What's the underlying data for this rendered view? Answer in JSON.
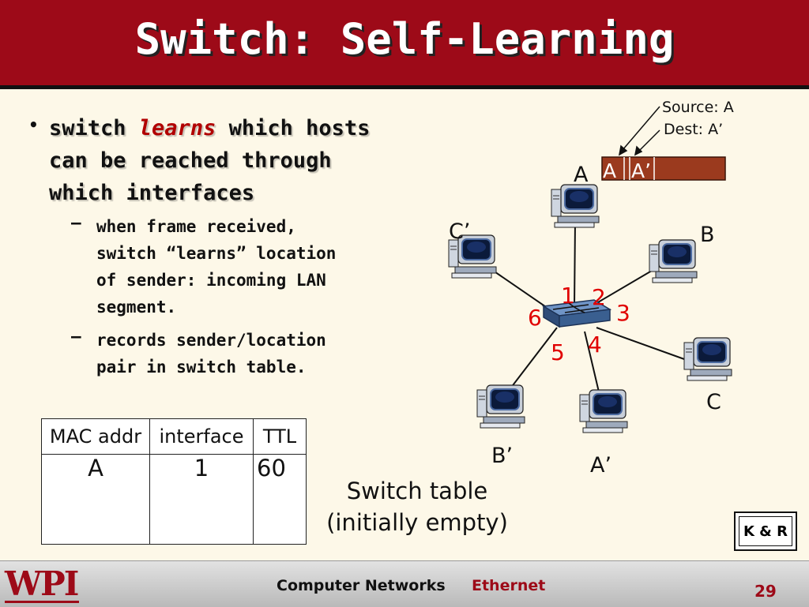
{
  "slide": {
    "title": "Switch: Self-Learning",
    "bullet": {
      "prefix": "switch ",
      "emphasis": "learns",
      "suffix_line1": " which hosts",
      "line2": "can be reached through",
      "line3": "which interfaces"
    },
    "sub_bullets": [
      {
        "dash": "–",
        "lines": [
          "when frame received,",
          "switch “learns”  location",
          "of sender: incoming LAN",
          "segment."
        ]
      },
      {
        "dash": "–",
        "lines": [
          "records sender/location",
          "pair in switch table."
        ]
      }
    ]
  },
  "switch_table": {
    "headers": [
      "MAC addr",
      "interface",
      "TTL"
    ],
    "rows": [
      [
        "A",
        "1",
        "60"
      ]
    ],
    "caption_line1": "Switch table",
    "caption_line2": "(initially empty)"
  },
  "diagram": {
    "frame_labels": {
      "source": "Source: A",
      "dest": "Dest: A’"
    },
    "frame_fields": [
      "A",
      "A’"
    ],
    "hosts": [
      "A",
      "B",
      "C",
      "C’",
      "B’",
      "A’"
    ],
    "port_numbers": [
      "1",
      "2",
      "3",
      "4",
      "5",
      "6"
    ],
    "colors": {
      "port_numbers": "#e00000",
      "switch": "#3a5f90",
      "frame": "#9b3a1e"
    }
  },
  "badge": {
    "text": "K & R"
  },
  "footer": {
    "logo_text": "WPI",
    "course": "Computer Networks",
    "topic": "Ethernet",
    "page": "29"
  },
  "theme": {
    "header": "#9d0a18",
    "background": "#fdf8e8",
    "emphasis": "#b10000"
  }
}
